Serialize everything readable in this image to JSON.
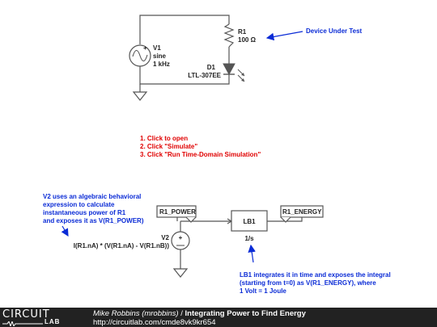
{
  "circuit_top": {
    "source": {
      "ref": "V1",
      "type": "sine",
      "freq": "1 kHz"
    },
    "resistor": {
      "ref": "R1",
      "value": "100 Ω"
    },
    "diode": {
      "ref": "D1",
      "part": "LTL-307EE"
    },
    "annotation": "Device Under Test"
  },
  "instructions": [
    "1. Click to open",
    "2. Click \"Simulate\"",
    "3. Click \"Run Time-Domain Simulation\""
  ],
  "circuit_bottom": {
    "note_v2": [
      "V2 uses an algebraic behavioral",
      "expression to calculate",
      "instantaneous power of R1",
      "and exposes it as V(R1_POWER)"
    ],
    "source": {
      "ref": "V2",
      "expression": "I(R1.nA) * (V(R1.nA) - V(R1.nB))"
    },
    "label_power": "R1_POWER",
    "label_energy": "R1_ENERGY",
    "block": {
      "ref": "LB1",
      "transfer": "1/s"
    },
    "note_lb1": [
      "LB1 integrates it in time and exposes the integral",
      "(starting from t=0) as V(R1_ENERGY), where",
      "1 Volt = 1 Joule"
    ]
  },
  "footer": {
    "logo_top": "CIRCUIT",
    "logo_bottom": "LAB",
    "author": "Mike Robbins (mrobbins)",
    "separator": " / ",
    "title": "Integrating Power to Find Energy",
    "url": "http://circuitlab.com/cmde8vk9kr654"
  },
  "colors": {
    "annotation_blue": "#0a2bd6",
    "instruction_red": "#e00000",
    "footer_bg": "#222222"
  }
}
